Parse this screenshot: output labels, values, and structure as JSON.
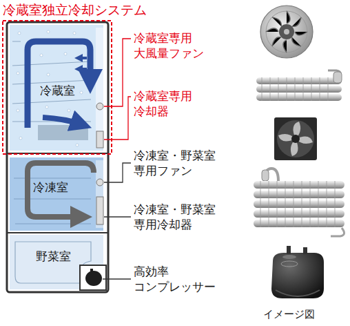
{
  "diagram": {
    "title": "冷蔵室独立冷却システム",
    "caption": "イメージ図",
    "nodes": [
      {
        "text": [
          "冷蔵室"
        ]
      },
      {
        "text": [
          "冷凍室"
        ]
      },
      {
        "text": [
          "野菜室"
        ]
      }
    ],
    "labels": [
      "冷蔵室専用 大風量ファン",
      "冷蔵室専用 冷却器",
      "冷凍室・野菜室 専用ファン",
      "冷凍室・野菜室 専用冷却器",
      "高効率 コンプレッサー"
    ]
  }
}
